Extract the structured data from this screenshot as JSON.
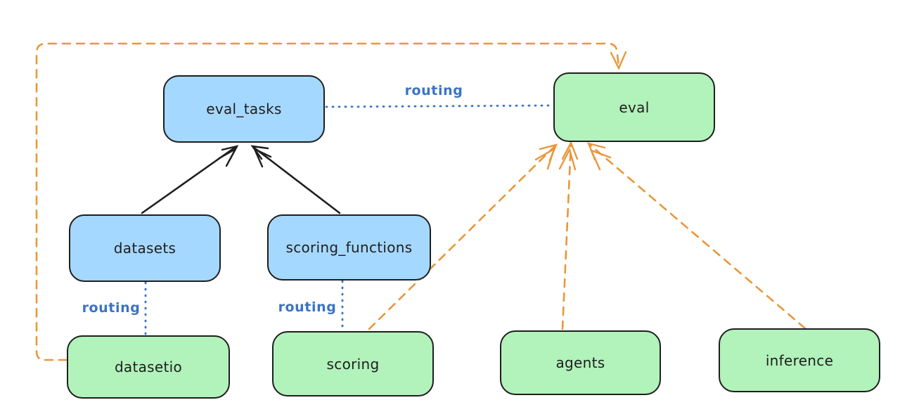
{
  "diagram": {
    "nodes": {
      "eval_tasks": {
        "label": "eval_tasks",
        "kind": "resource"
      },
      "eval": {
        "label": "eval",
        "kind": "api"
      },
      "datasets": {
        "label": "datasets",
        "kind": "resource"
      },
      "scoring_functions": {
        "label": "scoring_functions",
        "kind": "resource"
      },
      "datasetio": {
        "label": "datasetio",
        "kind": "api"
      },
      "scoring": {
        "label": "scoring",
        "kind": "api"
      },
      "agents": {
        "label": "agents",
        "kind": "api"
      },
      "inference": {
        "label": "inference",
        "kind": "api"
      }
    },
    "edges": [
      {
        "from": "datasets",
        "to": "eval_tasks",
        "style": "solid-black-arrow",
        "label": ""
      },
      {
        "from": "scoring_functions",
        "to": "eval_tasks",
        "style": "solid-black-arrow",
        "label": ""
      },
      {
        "from": "eval_tasks",
        "to": "eval",
        "style": "dotted-blue",
        "label": "routing"
      },
      {
        "from": "datasets",
        "to": "datasetio",
        "style": "dotted-blue",
        "label": "routing"
      },
      {
        "from": "scoring_functions",
        "to": "scoring",
        "style": "dotted-blue",
        "label": "routing"
      },
      {
        "from": "datasetio",
        "to": "eval",
        "style": "dashed-orange-arrow",
        "label": ""
      },
      {
        "from": "scoring",
        "to": "eval",
        "style": "dashed-orange-arrow",
        "label": ""
      },
      {
        "from": "agents",
        "to": "eval",
        "style": "dashed-orange-arrow",
        "label": ""
      },
      {
        "from": "inference",
        "to": "eval",
        "style": "dashed-orange-arrow",
        "label": ""
      }
    ],
    "edge_labels": {
      "routing_top": "routing",
      "routing_left": "routing",
      "routing_mid": "routing"
    }
  },
  "colors": {
    "blue_node_fill": "#a5d8ff",
    "green_node_fill": "#b2f2bb",
    "stroke": "#1e1e1e",
    "routing_blue": "#3b73c4",
    "orange": "#e9973a",
    "canvas_bg": "#ffffff"
  }
}
